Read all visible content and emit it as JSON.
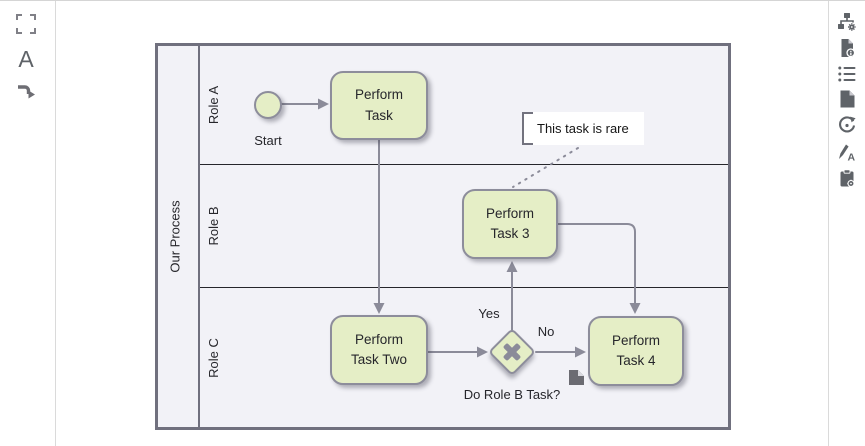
{
  "left_toolbar": {
    "items": [
      {
        "name": "fit-to-screen",
        "label": ""
      },
      {
        "name": "text-size",
        "label": "A"
      },
      {
        "name": "flow-direction",
        "label": ""
      }
    ]
  },
  "right_toolbar": {
    "items": [
      {
        "name": "process-hierarchy-settings"
      },
      {
        "name": "file-info"
      },
      {
        "name": "list-view"
      },
      {
        "name": "new-page"
      },
      {
        "name": "history-restore",
        "glyph": ""
      },
      {
        "name": "text-style",
        "glyph": "A"
      },
      {
        "name": "paste-settings"
      }
    ]
  },
  "diagram": {
    "pool": {
      "label": "Our Process"
    },
    "lanes": [
      {
        "label": "Role A"
      },
      {
        "label": "Role B"
      },
      {
        "label": "Role C"
      }
    ],
    "nodes": {
      "start_event": {
        "label": "Start"
      },
      "task_1": {
        "line1": "Perform",
        "line2": "Task"
      },
      "task_2": {
        "line1": "Perform",
        "line2": "Task Two"
      },
      "task_3": {
        "line1": "Perform",
        "line2": "Task 3"
      },
      "task_4": {
        "line1": "Perform",
        "line2": "Task 4"
      },
      "gateway": {
        "label": "Do Role B Task?"
      },
      "annotation": {
        "label": "This task is rare"
      }
    },
    "edge_labels": {
      "yes": "Yes",
      "no": "No"
    },
    "colors": {
      "task_fill": "#e5eec6",
      "task_border": "#8d8d9b",
      "edge": "#8b8b99",
      "pool_border": "#70707e",
      "pool_fill": "#f2f2f7",
      "lane_divider": "#26262b",
      "annotation_fill": "#ffffff",
      "toolbar_icon": "#5f6368"
    }
  }
}
